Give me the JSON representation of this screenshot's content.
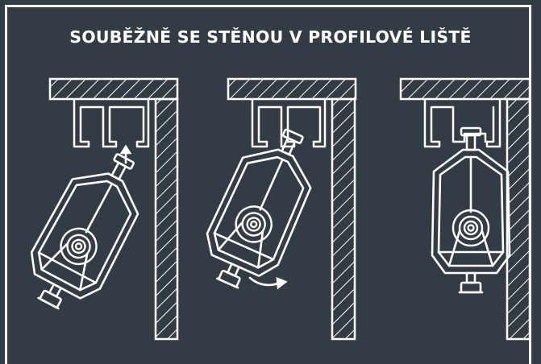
{
  "heading": {
    "title": "SOUBĚŽNĚ SE STĚNOU V PROFILOVÉ LIŠTĚ"
  },
  "colors": {
    "background": "#333c44",
    "line": "#ffffff"
  },
  "steps": [
    {
      "id": "insert",
      "motion": "arrow-up"
    },
    {
      "id": "rotate",
      "motion": "curved-arrow"
    },
    {
      "id": "locked",
      "motion": "none"
    }
  ]
}
